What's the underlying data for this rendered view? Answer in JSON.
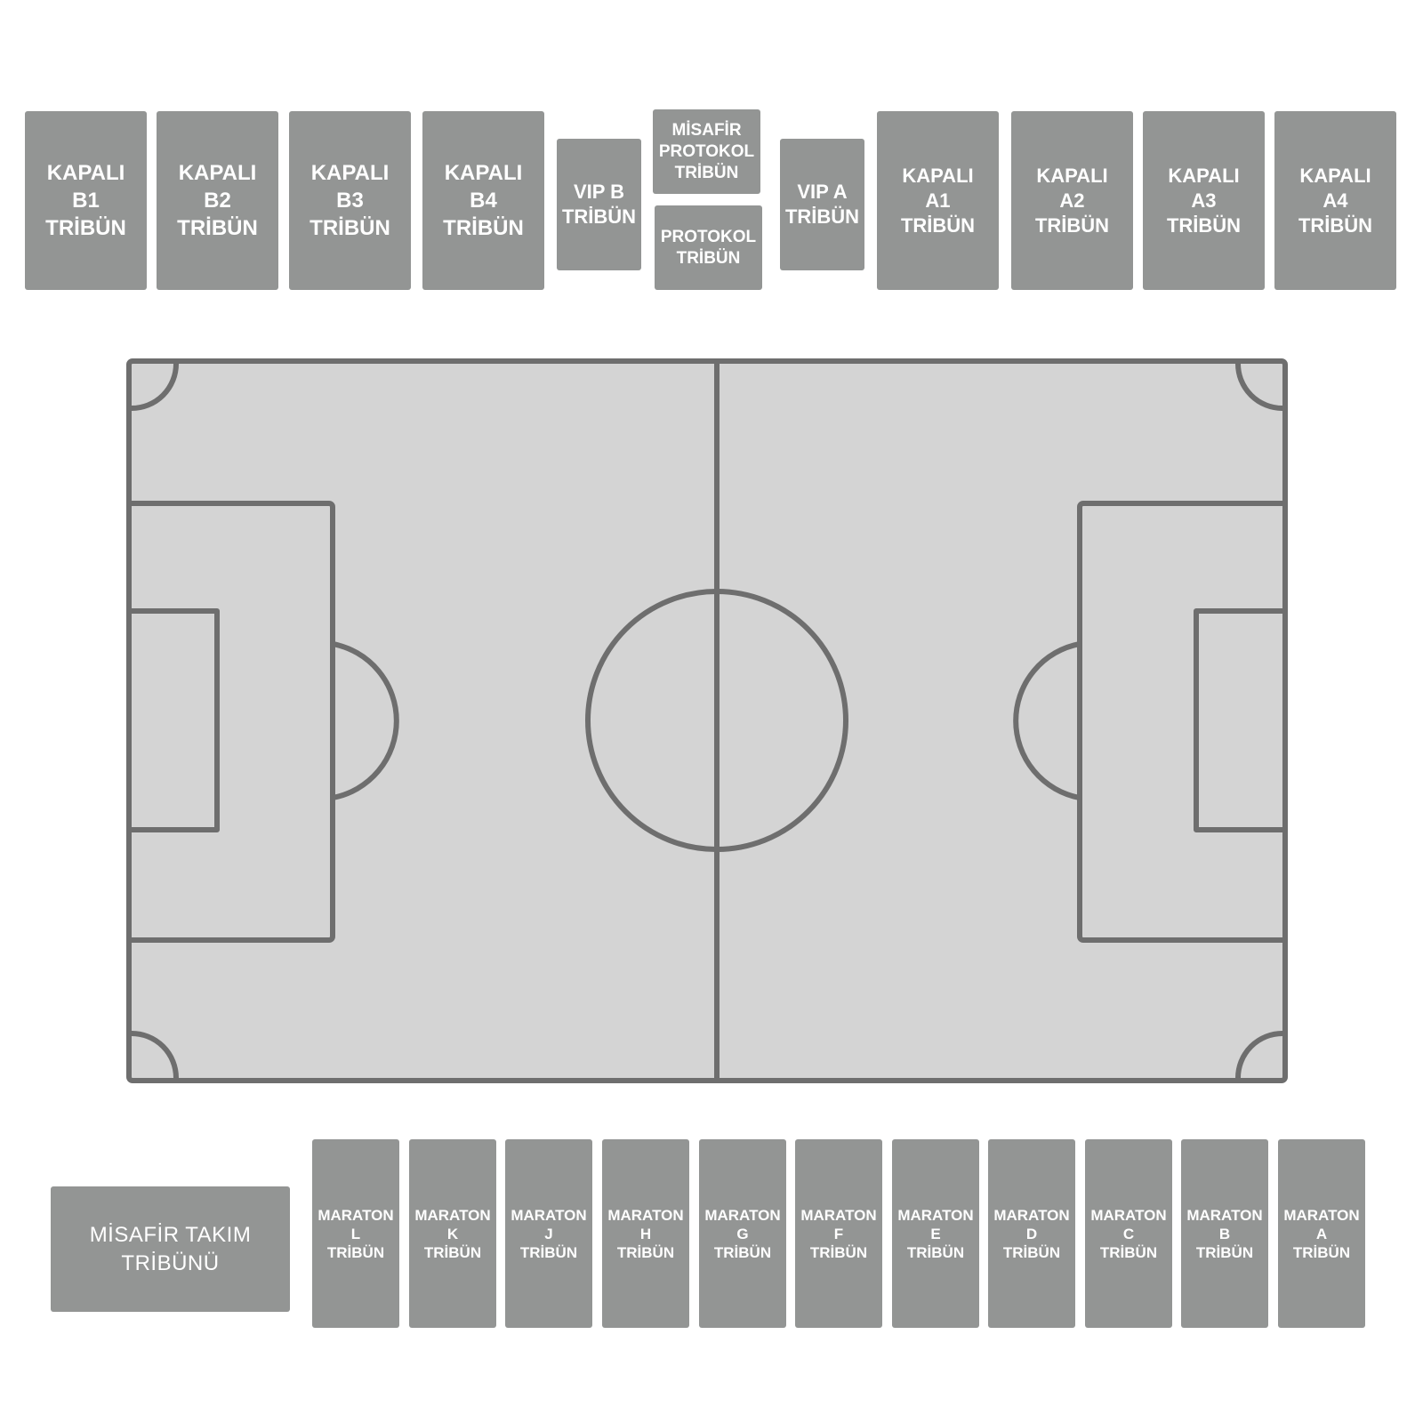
{
  "colors": {
    "section_fill": "#939594",
    "section_text": "#ffffff",
    "pitch_fill": "#d4d4d4",
    "pitch_lines": "#6e6e6e",
    "background": "#ffffff"
  },
  "sections": {
    "kapali_b1": [
      "KAPALI",
      "B1",
      "TRİBÜN"
    ],
    "kapali_b2": [
      "KAPALI",
      "B2",
      "TRİBÜN"
    ],
    "kapali_b3": [
      "KAPALI",
      "B3",
      "TRİBÜN"
    ],
    "kapali_b4": [
      "KAPALI",
      "B4",
      "TRİBÜN"
    ],
    "vip_b": [
      "VIP B",
      "TRİBÜN"
    ],
    "misafir_protokol": [
      "MİSAFİR",
      "PROTOKOL",
      "TRİBÜN"
    ],
    "protokol": [
      "PROTOKOL",
      "TRİBÜN"
    ],
    "vip_a": [
      "VIP A",
      "TRİBÜN"
    ],
    "kapali_a1": [
      "KAPALI",
      "A1",
      "TRİBÜN"
    ],
    "kapali_a2": [
      "KAPALI",
      "A2",
      "TRİBÜN"
    ],
    "kapali_a3": [
      "KAPALI",
      "A3",
      "TRİBÜN"
    ],
    "kapali_a4": [
      "KAPALI",
      "A4",
      "TRİBÜN"
    ],
    "misafir_takim": [
      "MİSAFİR TAKIM",
      "TRİBÜNÜ"
    ],
    "maraton_l": [
      "MARATON",
      "L",
      "TRİBÜN"
    ],
    "maraton_k": [
      "MARATON",
      "K",
      "TRİBÜN"
    ],
    "maraton_j": [
      "MARATON",
      "J",
      "TRİBÜN"
    ],
    "maraton_h": [
      "MARATON",
      "H",
      "TRİBÜN"
    ],
    "maraton_g": [
      "MARATON",
      "G",
      "TRİBÜN"
    ],
    "maraton_f": [
      "MARATON",
      "F",
      "TRİBÜN"
    ],
    "maraton_e": [
      "MARATON",
      "E",
      "TRİBÜN"
    ],
    "maraton_d": [
      "MARATON",
      "D",
      "TRİBÜN"
    ],
    "maraton_c": [
      "MARATON",
      "C",
      "TRİBÜN"
    ],
    "maraton_b": [
      "MARATON",
      "B",
      "TRİBÜN"
    ],
    "maraton_a": [
      "MARATON",
      "A",
      "TRİBÜN"
    ]
  }
}
